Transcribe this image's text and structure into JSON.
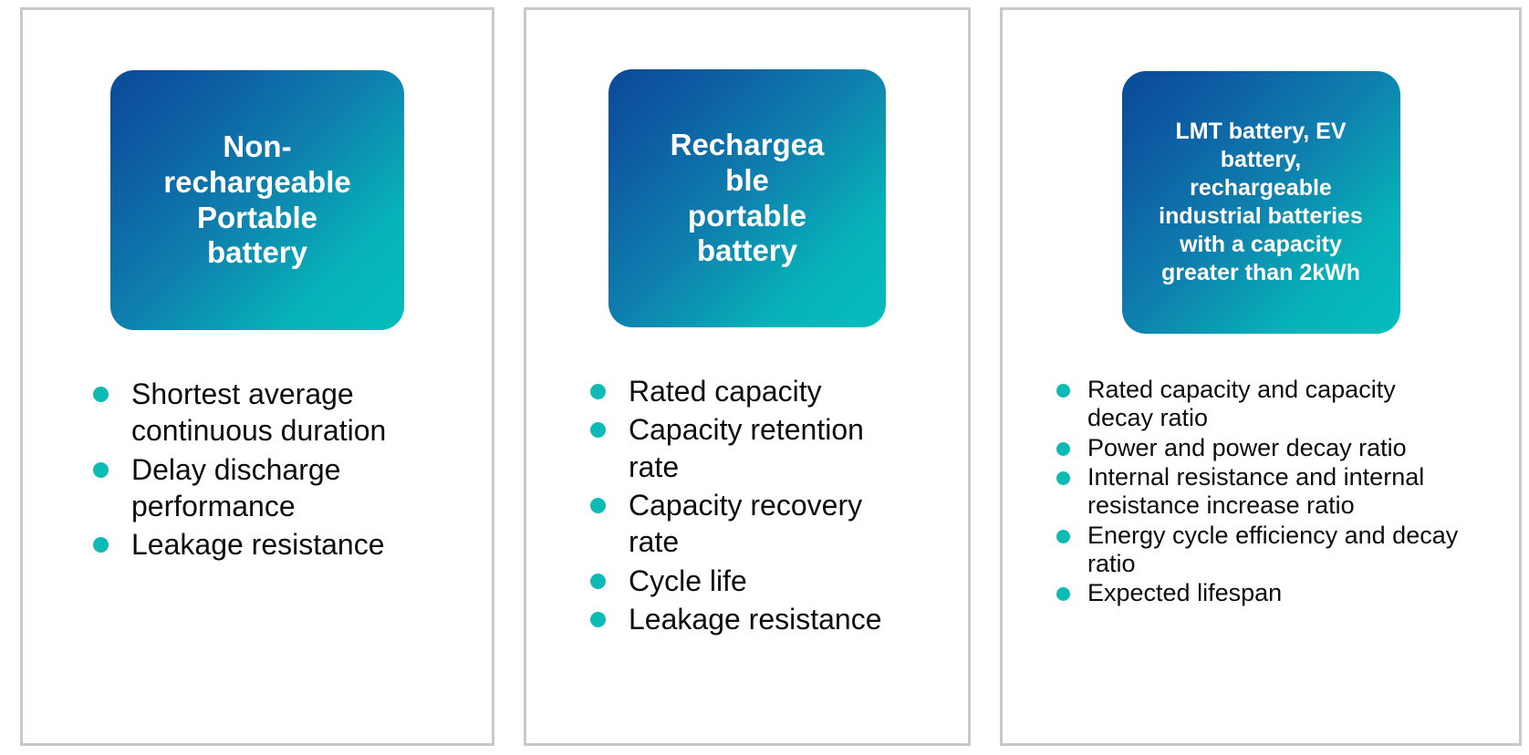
{
  "theme": {
    "gradient_start": "#0a4b97",
    "gradient_end": "#05bdbd",
    "bullet_color": "#0ebbb4",
    "panel_border": "#c9c9c9",
    "text_color": "#0d0d0d",
    "header_text_color": "#ffffff"
  },
  "columns": [
    {
      "header": {
        "full_text": "Non-rechargeable Portable battery",
        "lines": [
          "Non-",
          "rechargeable",
          "Portable",
          "battery"
        ]
      },
      "bullets": [
        "Shortest average continuous duration",
        "Delay discharge performance",
        "Leakage resistance"
      ]
    },
    {
      "header": {
        "full_text": "Rechargeable portable battery",
        "lines": [
          "Rechargea",
          "ble",
          "portable",
          "battery"
        ]
      },
      "bullets": [
        "Rated capacity",
        "Capacity retention rate",
        "Capacity recovery rate",
        "Cycle life",
        "Leakage resistance"
      ]
    },
    {
      "header": {
        "full_text": "LMT battery, EV battery, rechargeable industrial batteries with a capacity greater than 2kWh",
        "lines": [
          "LMT battery, EV",
          "battery,",
          "rechargeable",
          "industrial batteries",
          "with a capacity",
          "greater than 2kWh"
        ]
      },
      "bullets": [
        "Rated capacity and capacity decay ratio",
        "Power and power decay ratio",
        "Internal resistance and internal resistance increase ratio",
        "Energy cycle efficiency and decay ratio",
        "Expected lifespan"
      ]
    }
  ]
}
